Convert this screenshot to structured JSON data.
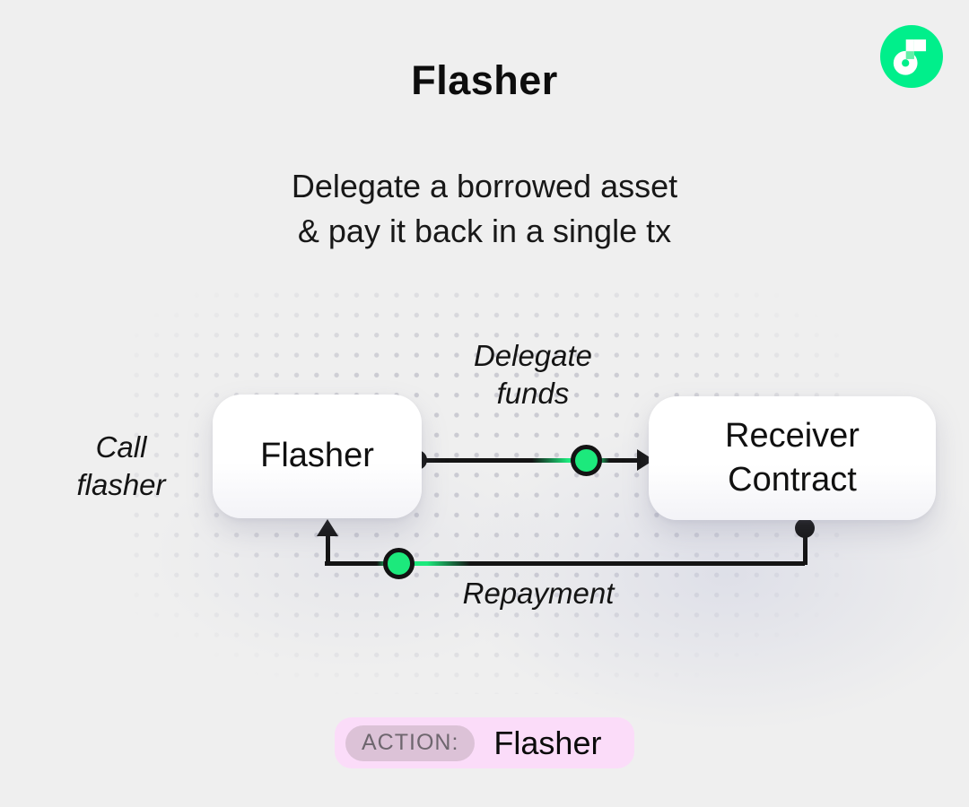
{
  "page": {
    "background": "#EFEFEF"
  },
  "header": {
    "title": "Flasher",
    "subtitle_line1": "Delegate a borrowed asset",
    "subtitle_line2": "& pay it back in a single tx"
  },
  "logo": {
    "name": "Flow",
    "brand_green": "#00EF8B"
  },
  "diagram": {
    "flasher_node": {
      "label": "Flasher"
    },
    "receiver_node": {
      "label_line1": "Receiver",
      "label_line2": "Contract"
    },
    "edge_labels": {
      "call_line1": "Call",
      "call_line2": "flasher",
      "delegate_line1": "Delegate",
      "delegate_line2": "funds",
      "repayment": "Repayment"
    },
    "colors": {
      "line": "#141414",
      "token_green": "#1CE97C"
    }
  },
  "action_badge": {
    "label": "ACTION:",
    "value": "Flasher",
    "colors": {
      "badge_bg": "#FBDCF9",
      "label_bg": "#DCC2D7",
      "label_text": "#6E666E"
    }
  }
}
